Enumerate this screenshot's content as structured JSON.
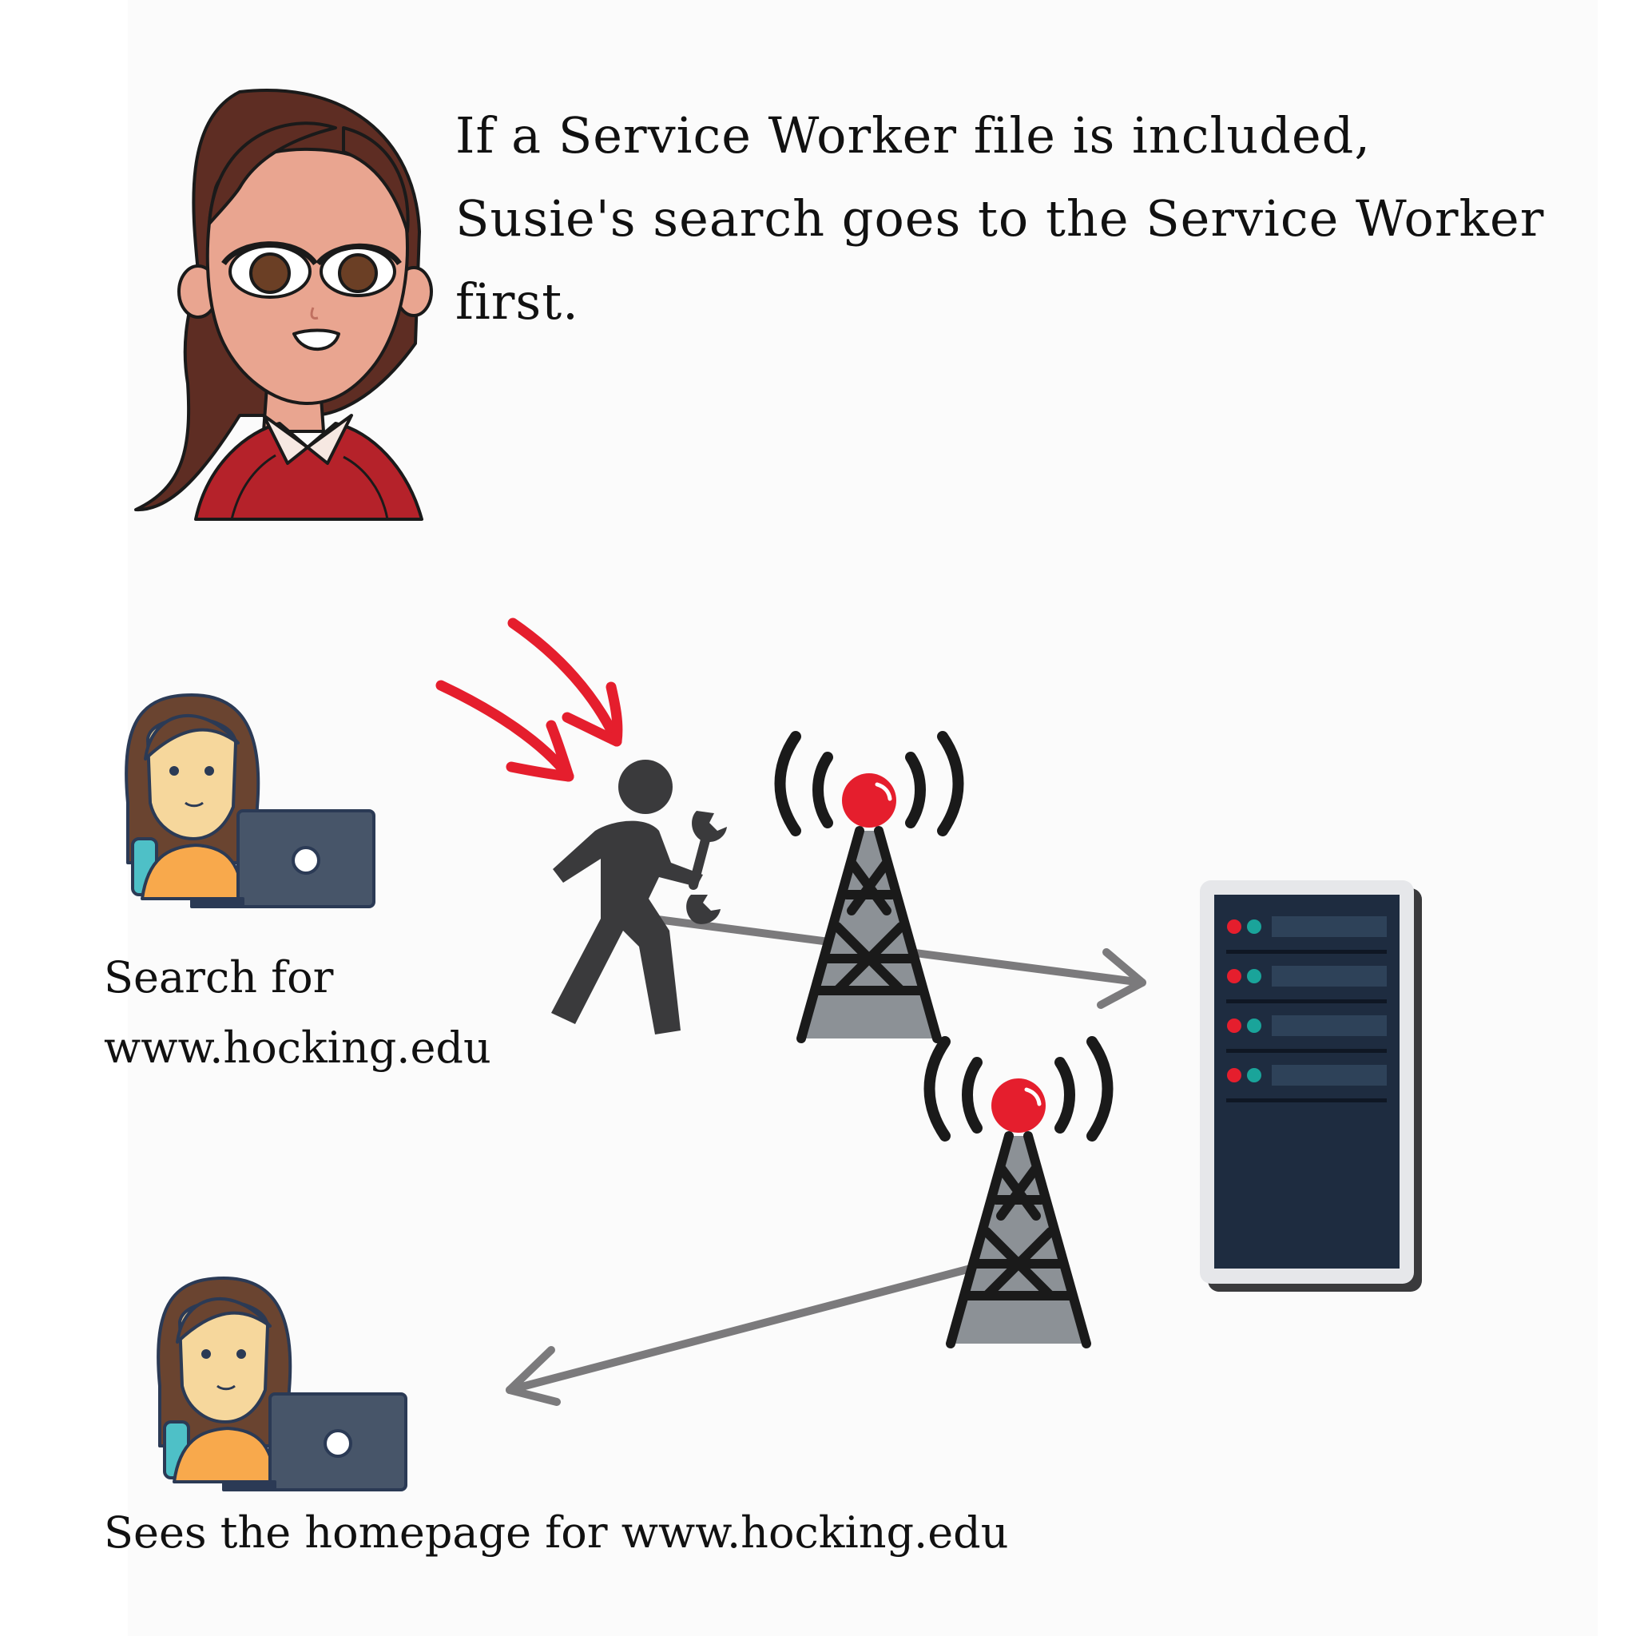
{
  "headline": {
    "line1": "If a Service Worker file is included,",
    "line2": "Susie's search goes to the Service Worker",
    "line3": "first."
  },
  "labels": {
    "search_line1": "Search for",
    "search_line2": "www.hocking.edu",
    "result": "Sees the homepage for www.hocking.edu"
  },
  "colors": {
    "accent_red": "#e51e2d",
    "arrow_gray": "#7b7a7c",
    "server_navy": "#1e2c40",
    "sweater_red": "#b5222a"
  },
  "icons": {
    "narrator": "susie-portrait-icon",
    "user": "woman-with-laptop-icon",
    "service_worker": "worker-with-wrench-icon",
    "tower": "radio-tower-icon",
    "server": "server-rack-icon",
    "highlight": "red-pointer-arrow-icon"
  }
}
